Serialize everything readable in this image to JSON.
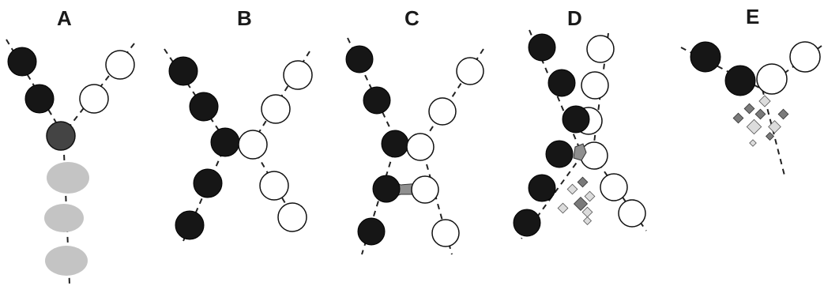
{
  "panels": [
    {
      "id": "A",
      "label": "A"
    },
    {
      "id": "B",
      "label": "B"
    },
    {
      "id": "C",
      "label": "C"
    },
    {
      "id": "D",
      "label": "D"
    },
    {
      "id": "E",
      "label": "E"
    }
  ]
}
